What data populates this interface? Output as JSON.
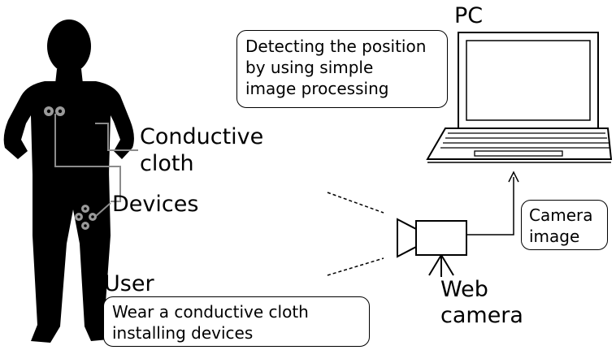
{
  "labels": {
    "pc": "PC",
    "conductive_cloth": [
      "Conductive",
      "cloth"
    ],
    "devices": "Devices",
    "user": "User",
    "web_camera": [
      "Web",
      "camera"
    ]
  },
  "boxes": {
    "detecting": [
      "Detecting the position",
      "by using simple",
      "image processing"
    ],
    "wear": [
      "Wear a conductive cloth",
      "installing devices"
    ],
    "camera_image": [
      "Camera",
      "image"
    ]
  },
  "colors": {
    "silhouette": "#000000",
    "device_gray": "#9a9a9a",
    "leader_line": "#8c8c8c",
    "stroke": "#000000"
  },
  "icons": [
    "user-silhouette",
    "laptop-pc-icon",
    "web-camera-icon",
    "device-sensor-icon"
  ]
}
